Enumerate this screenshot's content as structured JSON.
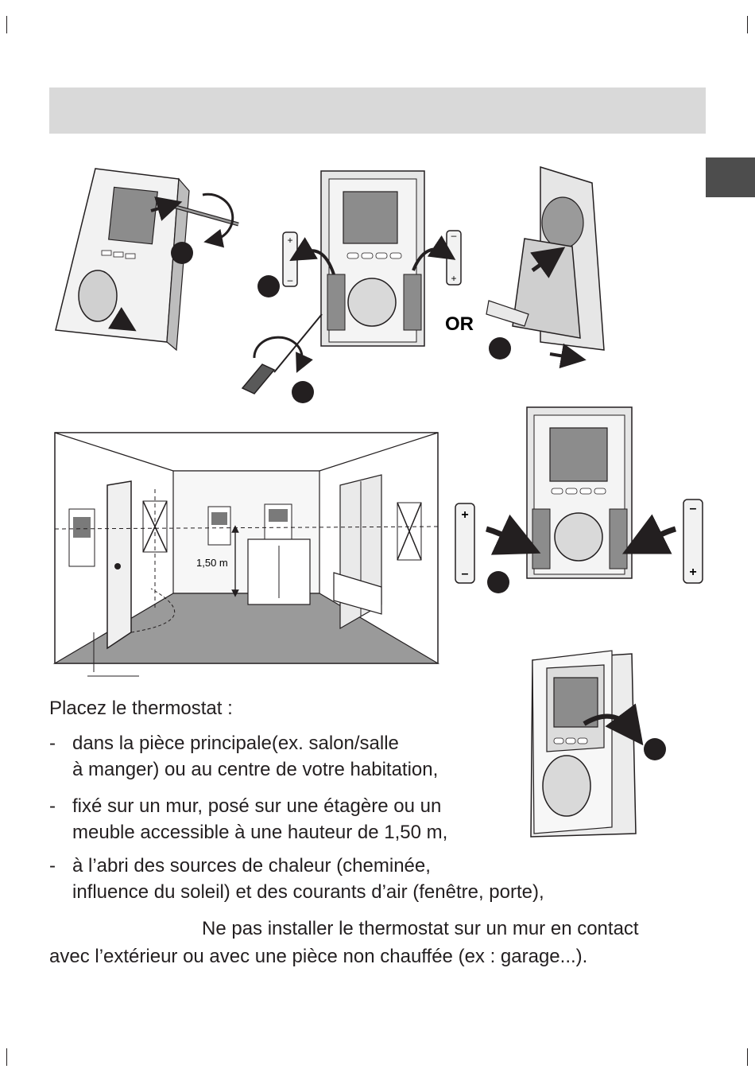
{
  "labels": {
    "or": "OR",
    "height": "1,50 m"
  },
  "battery_signs": {
    "plus": "+",
    "minus": "–"
  },
  "instructions": {
    "intro": "Placez le thermostat :",
    "bullets": [
      {
        "dash": "-",
        "line1": "dans la pièce principale(ex. salon/salle",
        "line2": "à manger) ou au centre de votre habitation,"
      },
      {
        "dash": "-",
        "line1": "fixé sur un mur, posé sur une étagère ou un",
        "line2": "meuble accessible à une hauteur de 1,50 m,"
      },
      {
        "dash": "-",
        "line1": "à l’abri des sources de chaleur (cheminée,",
        "line2": "influence du soleil) et des courants d’air (fenêtre, porte),"
      }
    ],
    "note_line1": "Ne pas installer le thermostat sur un mur en contact",
    "note_line2": "avec l’extérieur ou avec une pièce non chauffée (ex : garage...)."
  },
  "colors": {
    "header_bar": "#d9d9d9",
    "side_tab": "#4d4d4d",
    "ink": "#231f20"
  },
  "icons": [
    "thermostat-device-icon",
    "screwdriver-icon",
    "battery-icon",
    "rotation-arrow-icon",
    "room-diagram-icon",
    "step-marker-icon"
  ]
}
